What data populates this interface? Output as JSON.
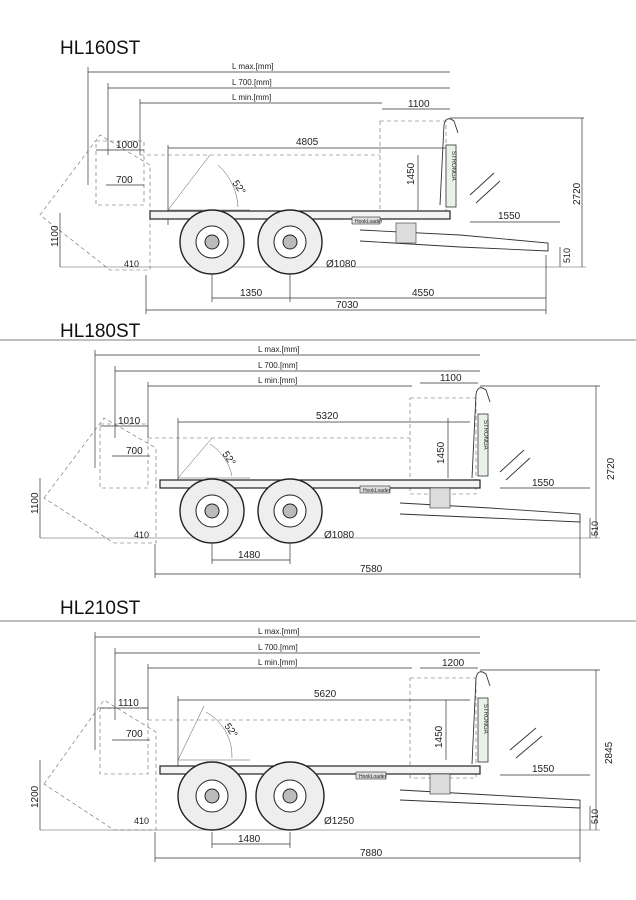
{
  "models": [
    {
      "title": "HL160ST",
      "labels": {
        "lmax": "L max.[mm]",
        "l700": "L 700.[mm]",
        "lmin": "L min.[mm]",
        "d1100": "1100",
        "d1000": "1000",
        "d4805": "4805",
        "d700": "700",
        "d1450": "1450",
        "angle": "52°",
        "d1550": "1550",
        "d2720": "2720",
        "d1100v": "1100",
        "d410": "410",
        "wheel": "Ø1080",
        "d510": "510",
        "d1350": "1350",
        "d4550": "4550",
        "d7030": "7030",
        "brand": "HookLoader",
        "stronga": "STRONGA"
      }
    },
    {
      "title": "HL180ST",
      "labels": {
        "lmax": "L max.[mm]",
        "l700": "L 700.[mm]",
        "lmin": "L min.[mm]",
        "d1100": "1100",
        "d1000": "1010",
        "d4805": "5320",
        "d700": "700",
        "d1450": "1450",
        "angle": "52°",
        "d1550": "1550",
        "d2720": "2720",
        "d1100v": "1100",
        "d410": "410",
        "wheel": "Ø1080",
        "d510": "510",
        "d1350": "1480",
        "d7030": "7580",
        "brand": "HookLoader",
        "stronga": "STRONGA"
      }
    },
    {
      "title": "HL210ST",
      "labels": {
        "lmax": "L max.[mm]",
        "l700": "L 700.[mm]",
        "lmin": "L min.[mm]",
        "d1100": "1200",
        "d1000": "1110",
        "d4805": "5620",
        "d700": "700",
        "d1450": "1450",
        "angle": "52°",
        "d1550": "1550",
        "d2720": "2845",
        "d1100v": "1200",
        "d410": "410",
        "wheel": "Ø1250",
        "d510": "510",
        "d1350": "1480",
        "d7030": "7880",
        "brand": "HookLoader",
        "stronga": "STRONGA"
      }
    }
  ]
}
